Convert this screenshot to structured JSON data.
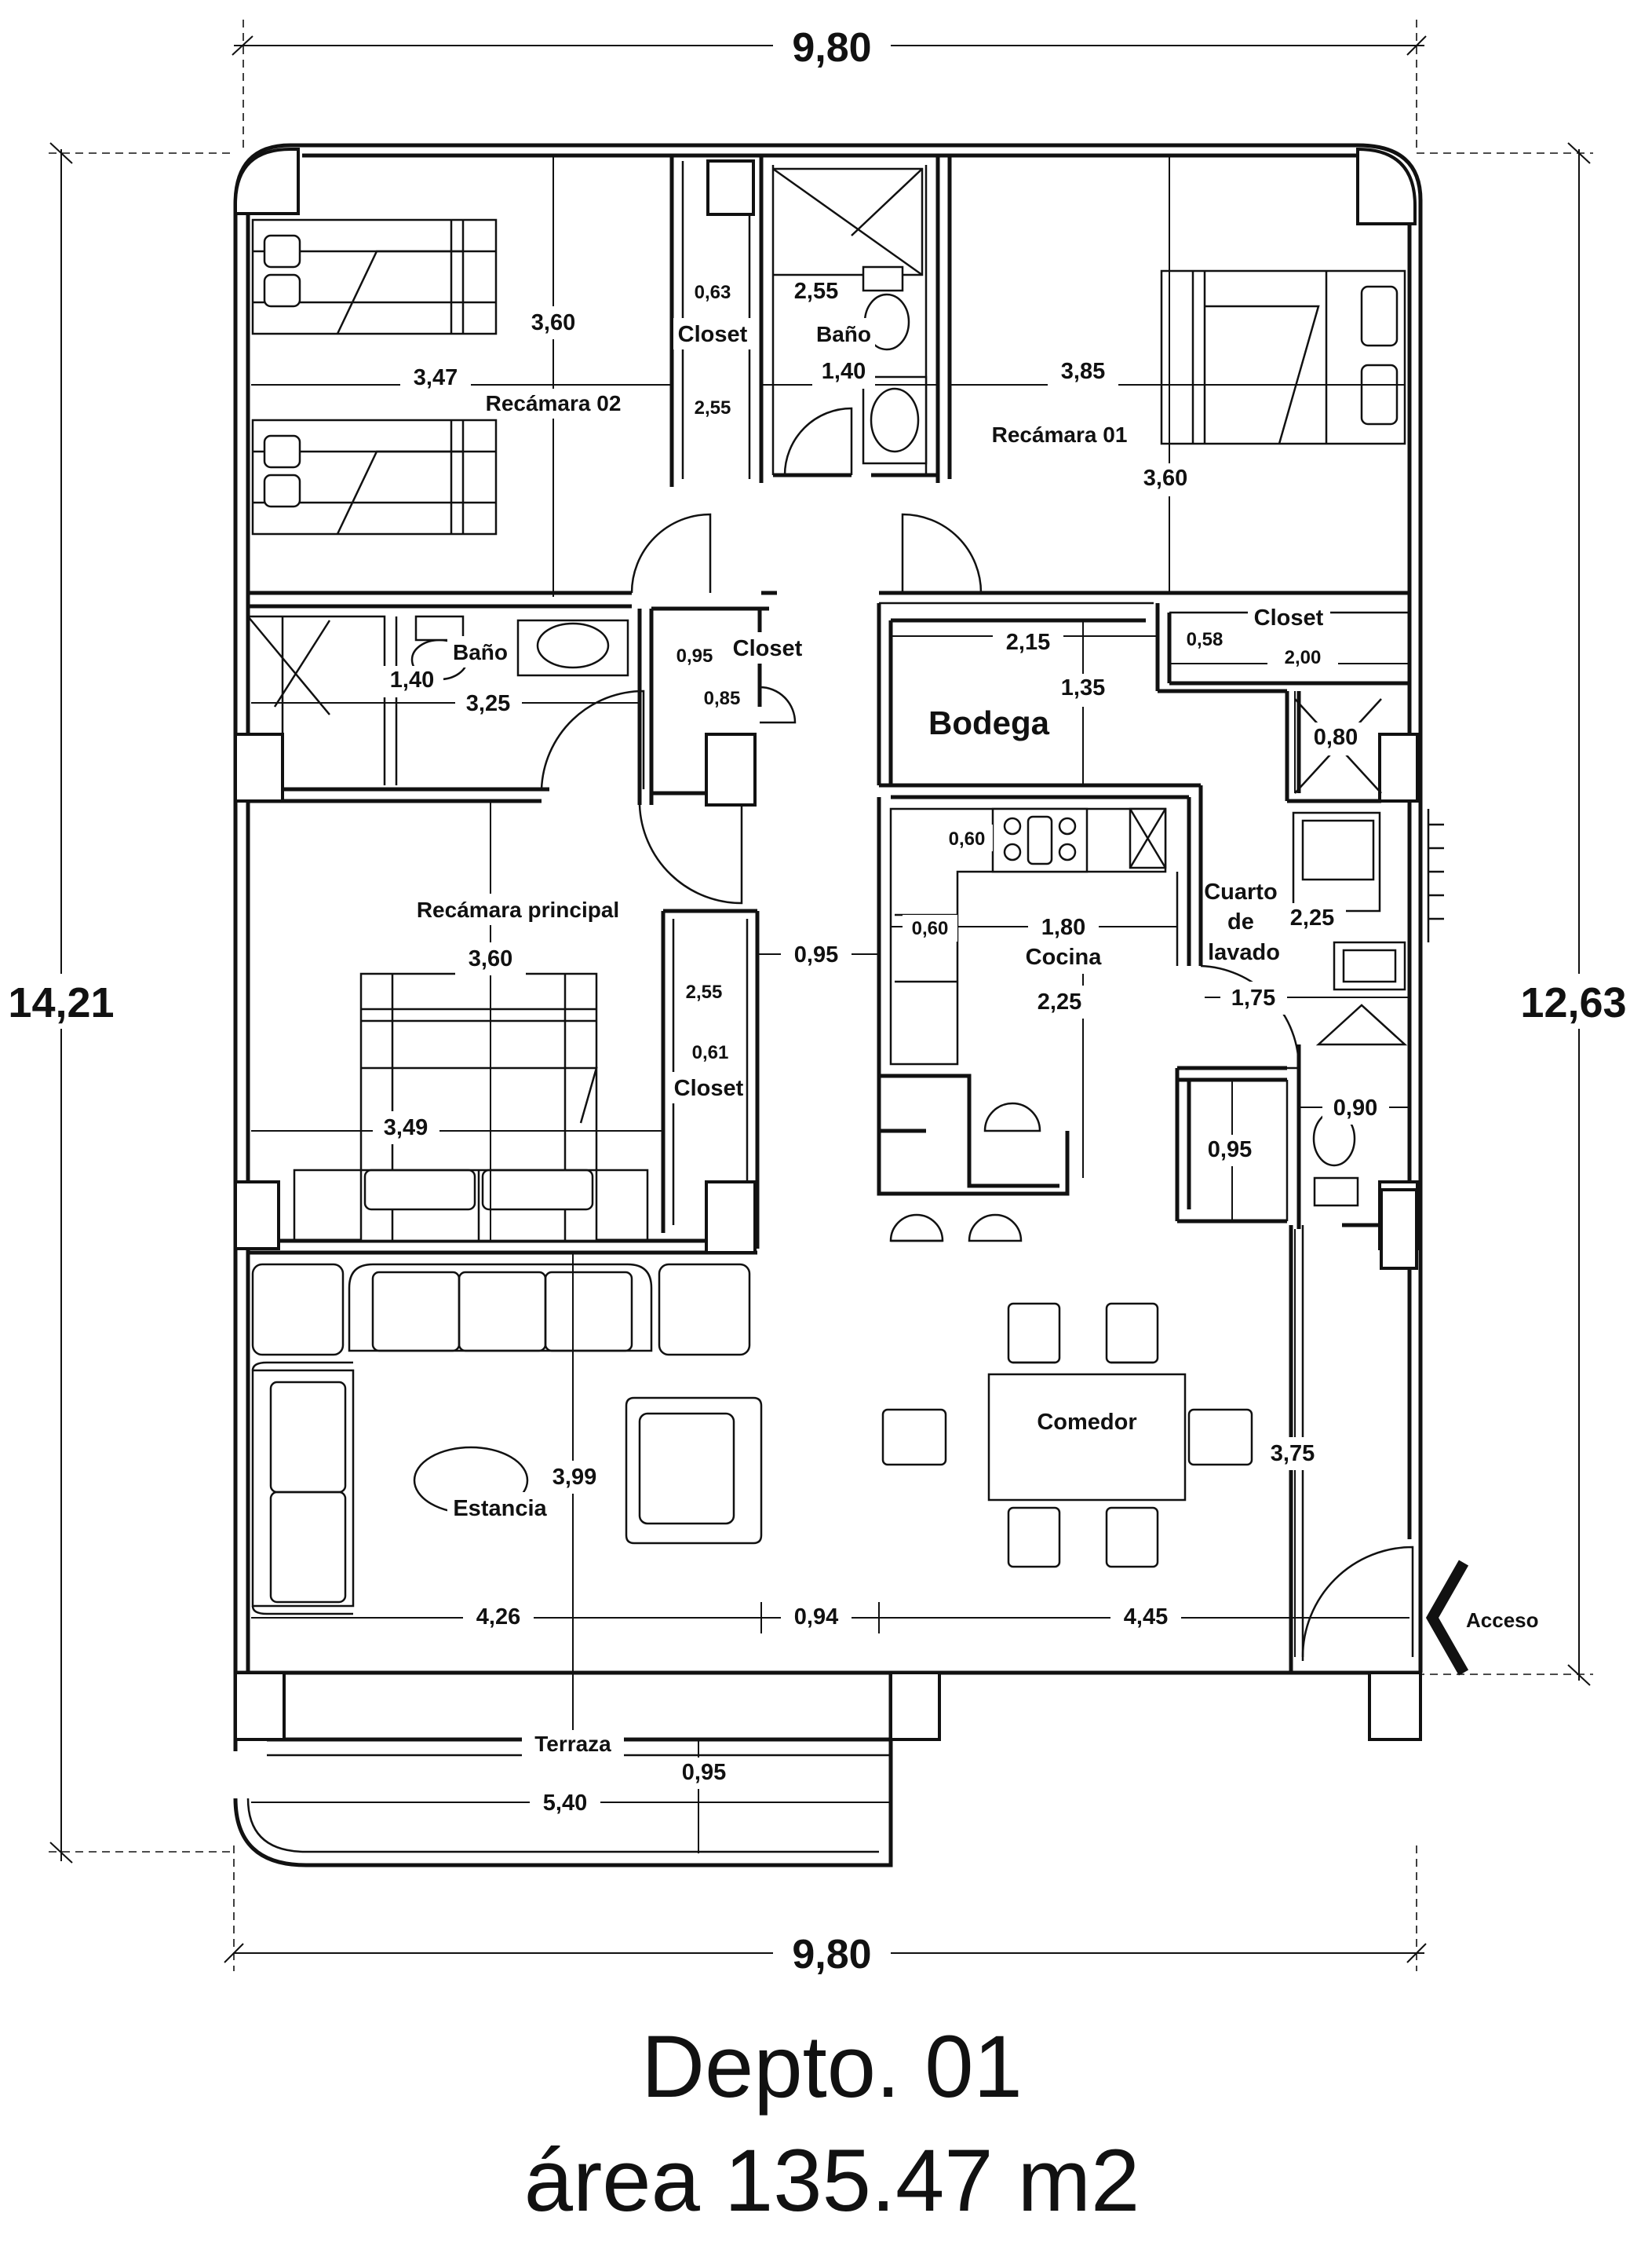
{
  "rooms": {
    "recamara_02": "Recámara 02",
    "recamara_01": "Recámara 01",
    "recamara_principal": "Recámara principal",
    "bano_1": "Baño",
    "bano_2": "Baño",
    "closet_1": "Closet",
    "closet_2": "Closet",
    "closet_3": "Closet",
    "closet_4": "Closet",
    "bodega": "Bodega",
    "cocina": "Cocina",
    "cuarto_de_lavado": [
      "Cuarto",
      "de",
      "lavado"
    ],
    "comedor": "Comedor",
    "estancia": "Estancia",
    "terraza": "Terraza",
    "acceso": "Acceso"
  },
  "dimensions": {
    "top_width": "9,80",
    "bottom_width": "9,80",
    "left_height": "14,21",
    "right_height": "12,63",
    "rec02_height": "3,60",
    "rec02_width": "3,47",
    "closet1_width": "0,63",
    "closet1_length": "2,55",
    "bano1_length": "2,55",
    "bano1_width": "1,40",
    "rec01_width": "3,85",
    "rec01_height": "3,60",
    "bano2_width": "1,40",
    "bano2_length": "3,25",
    "closet2_width": "0,95",
    "closet2_depth": "0,85",
    "bodega_width": "2,15",
    "bodega_height": "1,35",
    "closet3_width": "0,58",
    "closet3_length": "2,00",
    "lav_small": "0,80",
    "cocina_060a": "0,60",
    "cocina_060b": "0,60",
    "cocina_width": "1,80",
    "cocina_height": "2,25",
    "lavado_height": "2,25",
    "lavado_width": "1,75",
    "hall_width": "0,95",
    "recp_height": "3,60",
    "recp_width": "3,49",
    "closet4_length": "2,55",
    "closet4_width": "0,61",
    "wc_width": "0,90",
    "wc_depth": "0,95",
    "comedor_height": "3,75",
    "estancia_height": "3,99",
    "estancia_width": "4,26",
    "mid_width": "0,94",
    "comedor_width": "4,45",
    "terraza_width": "5,40",
    "terraza_depth": "0,95"
  },
  "caption": {
    "title": "Depto. 01",
    "area": "área 135.47 m2"
  }
}
